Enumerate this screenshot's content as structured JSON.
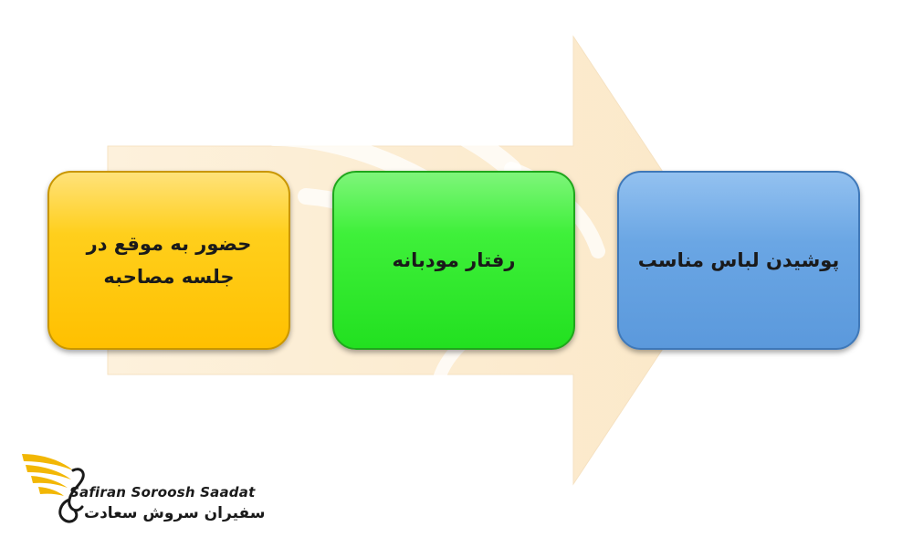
{
  "steps": [
    {
      "text": "حضور به موقع در جلسه مصاحبه",
      "color": "#ffc000"
    },
    {
      "text": "رفتار مودبانه",
      "color": "#22e020"
    },
    {
      "text": "پوشیدن لباس مناسب",
      "color": "#5b99dc"
    }
  ],
  "brand": {
    "latin_name": "Safiran Soroosh Saadat",
    "persian_name": "سفیران سروش سعادت",
    "accent_color": "#f2b705"
  },
  "watermark": {
    "icon": "bird-logo-watermark-icon"
  }
}
